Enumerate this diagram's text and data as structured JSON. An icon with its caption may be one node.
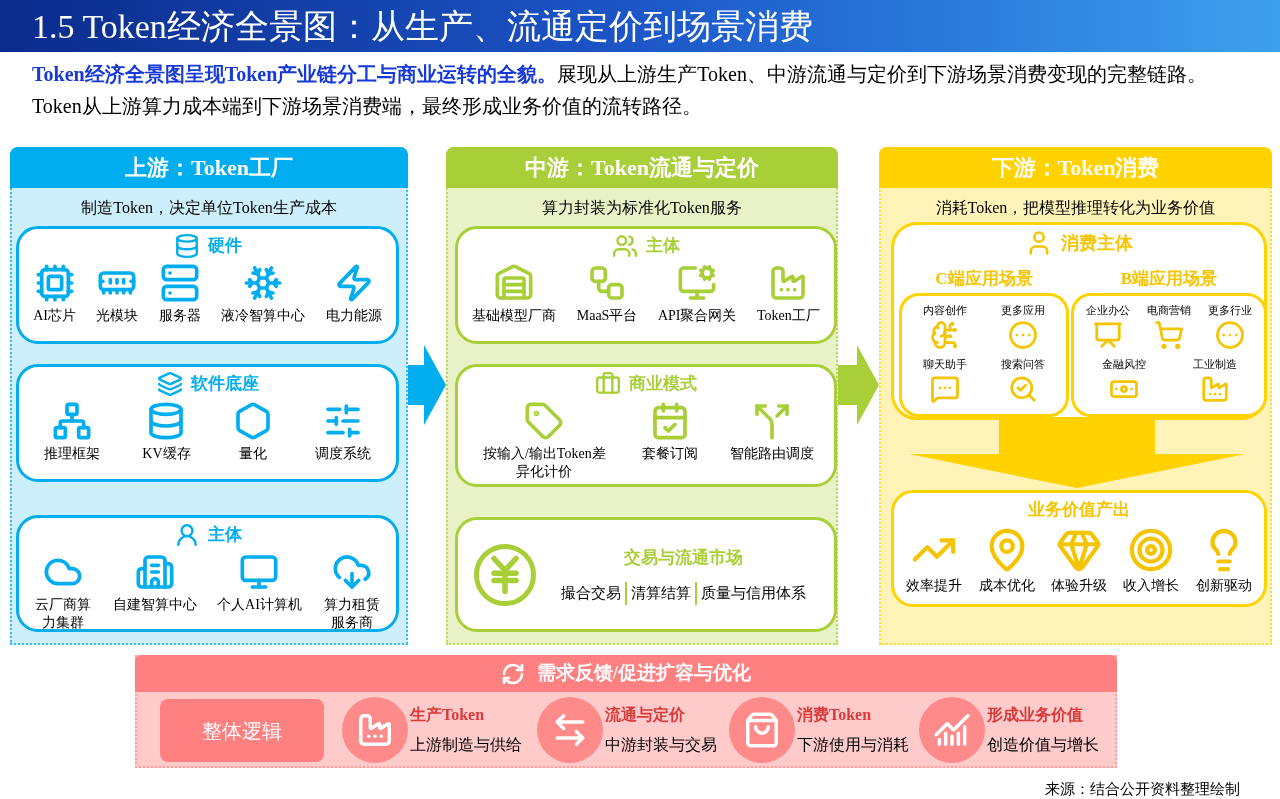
{
  "diagram": {
    "title": "1.5 Token经济全景图：从生产、流通定价到场景消费",
    "nodes": [
      {
        "text": [
          "上游：Token工厂",
          "制造Token，决定单位Token生产成本"
        ]
      },
      {
        "text": [
          "硬件",
          "AI芯片",
          "光模块",
          "服务器",
          "液冷智算中心",
          "电力能源"
        ],
        "in": 0
      },
      {
        "text": [
          "软件底座",
          "推理框架",
          "KV缓存",
          "量化",
          "调度系统"
        ],
        "in": 0
      },
      {
        "text": [
          "主体",
          "云厂商算力集群",
          "自建智算中心",
          "个人AI计算机",
          "算力租赁服务商"
        ],
        "in": 0
      },
      {
        "text": [
          "中游：Token流通与定价",
          "算力封装为标准化Token服务"
        ]
      },
      {
        "text": [
          "主体",
          "基础模型厂商",
          "MaaS平台",
          "API聚合网关",
          "Token工厂"
        ],
        "in": 4
      },
      {
        "text": [
          "商业模式",
          "按输入/输出Token差异化计价",
          "套餐订阅",
          "智能路由调度"
        ],
        "in": 4
      },
      {
        "text": [
          "交易与流通市场",
          "撮合交易",
          "清算结算",
          "质量与信用体系"
        ],
        "in": 4
      },
      {
        "text": [
          "下游：Token消费",
          "消耗Token，把模型推理转化为业务价值"
        ]
      },
      {
        "text": [
          "消费主体"
        ],
        "in": 8
      },
      {
        "text": [
          "C端应用场景",
          "内容创作",
          "更多应用",
          "聊天助手",
          "搜索问答"
        ],
        "in": 9
      },
      {
        "text": [
          "B端应用场景",
          "企业办公",
          "电商营销",
          "更多行业",
          "金融风控",
          "工业制造"
        ],
        "in": 9
      },
      {
        "text": [
          "业务价值产出",
          "效率提升",
          "成本优化",
          "体验升级",
          "收入增长",
          "创新驱动"
        ],
        "in": 8
      },
      {
        "text": [
          "需求反馈/促进扩容与优化"
        ]
      },
      {
        "text": [
          "整体逻辑"
        ],
        "in": 13
      },
      {
        "text": [],
        "shape": "circle",
        "in": 13,
        "beside": [
          "生产Token",
          "上游制造与供给"
        ]
      },
      {
        "text": [],
        "shape": "circle",
        "in": 13,
        "beside": [
          "流通与定价",
          "中游封装与交易"
        ]
      },
      {
        "text": [],
        "shape": "circle",
        "in": 13,
        "beside": [
          "消费Token",
          "下游使用与消耗"
        ]
      },
      {
        "text": [],
        "shape": "circle",
        "in": 13,
        "beside": [
          "形成业务价值",
          "创造价值与增长"
        ]
      }
    ],
    "edges": [
      {
        "from": 0,
        "to": 4,
        "arrow": "to",
        "style": "thick",
        "color": "#00aeef"
      },
      {
        "from": 4,
        "to": 8,
        "arrow": "to",
        "style": "thick",
        "color": "#a8cf38"
      },
      {
        "from": 9,
        "to": 12,
        "arrow": "to",
        "style": "thick",
        "color": "#ffd200"
      }
    ],
    "labels": [
      "**Token经济全景图呈现Token产业链分工与商业运转的全貌。**展现从上游生产Token、中游流通与定价到下游场景消费变现的完整链路。Token从上游算力成本端到下游场景消费端，最终形成业务价值的流转路径。",
      "来源：结合公开资料整理绘制"
    ]
  }
}
